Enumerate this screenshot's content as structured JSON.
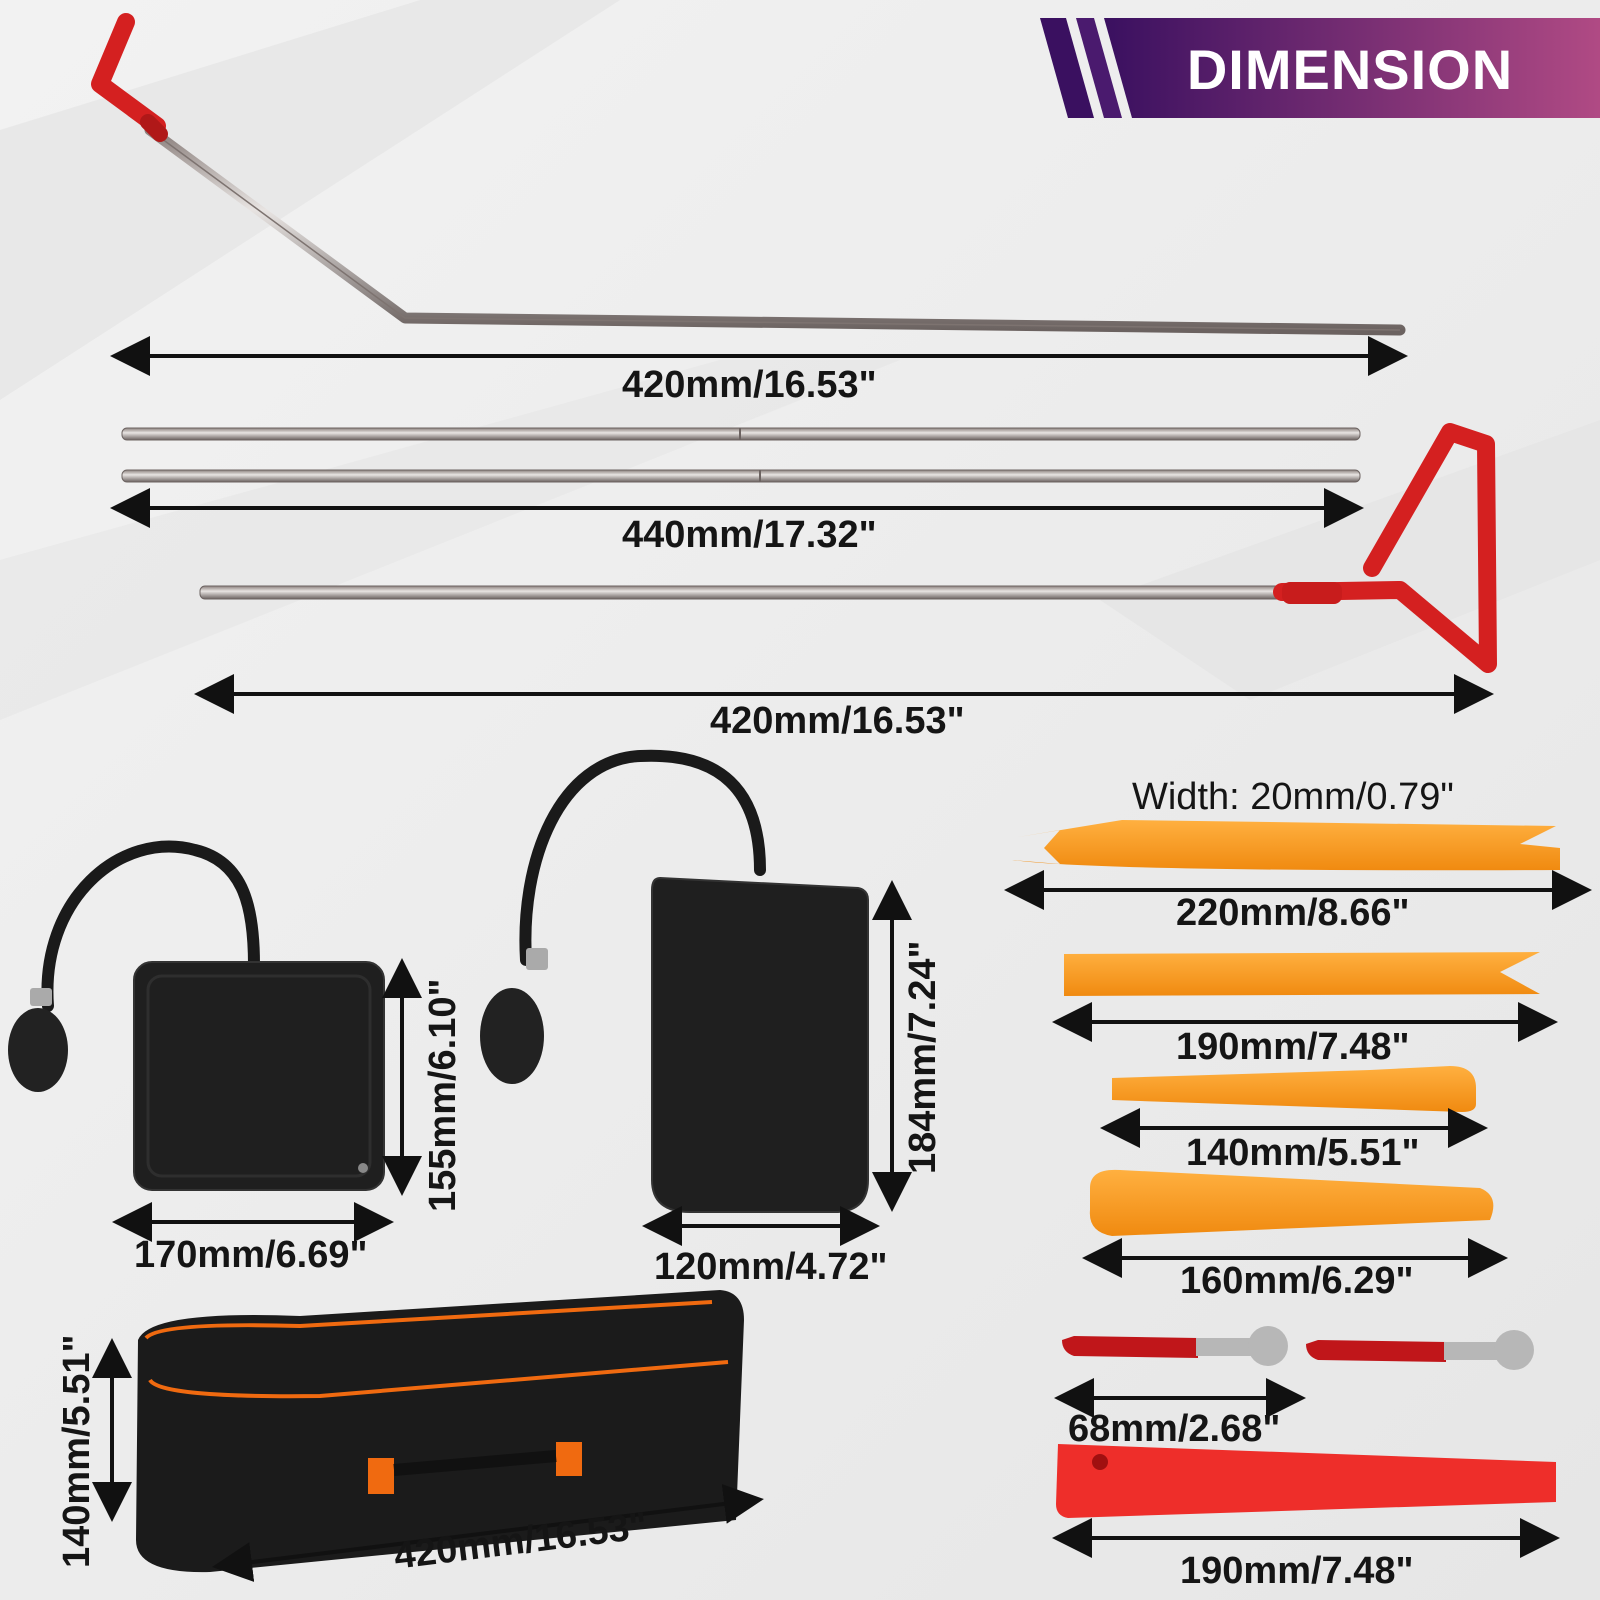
{
  "banner": {
    "title": "DIMENSION"
  },
  "rods": {
    "hook_rod": "420mm/16.53\"",
    "straight_rods": "440mm/17.32\"",
    "handle_rod": "420mm/16.53\""
  },
  "air_wedges": {
    "small_width": "170mm/6.69\"",
    "small_height": "155mm/6.10\"",
    "large_width": "120mm/4.72\"",
    "large_height": "184mm/7.24\""
  },
  "bag": {
    "width": "420mm/16.53\"",
    "height": "140mm/5.51\""
  },
  "trim_tools": {
    "width_note": "Width: 20mm/0.79\"",
    "tool_1": "220mm/8.66\"",
    "tool_2": "190mm/7.48\"",
    "tool_3": "140mm/5.51\"",
    "tool_4": "160mm/6.29\"",
    "wrench": "68mm/2.68\"",
    "red_wedge": "190mm/7.48\""
  },
  "colors": {
    "banner_purple": "#4a1a6e",
    "banner_pink": "#a0407a",
    "rod_red": "#d42020",
    "trim_orange": "#ff9a1a",
    "wedge_black": "#1c1c1c",
    "bag_orange": "#f06a10"
  }
}
